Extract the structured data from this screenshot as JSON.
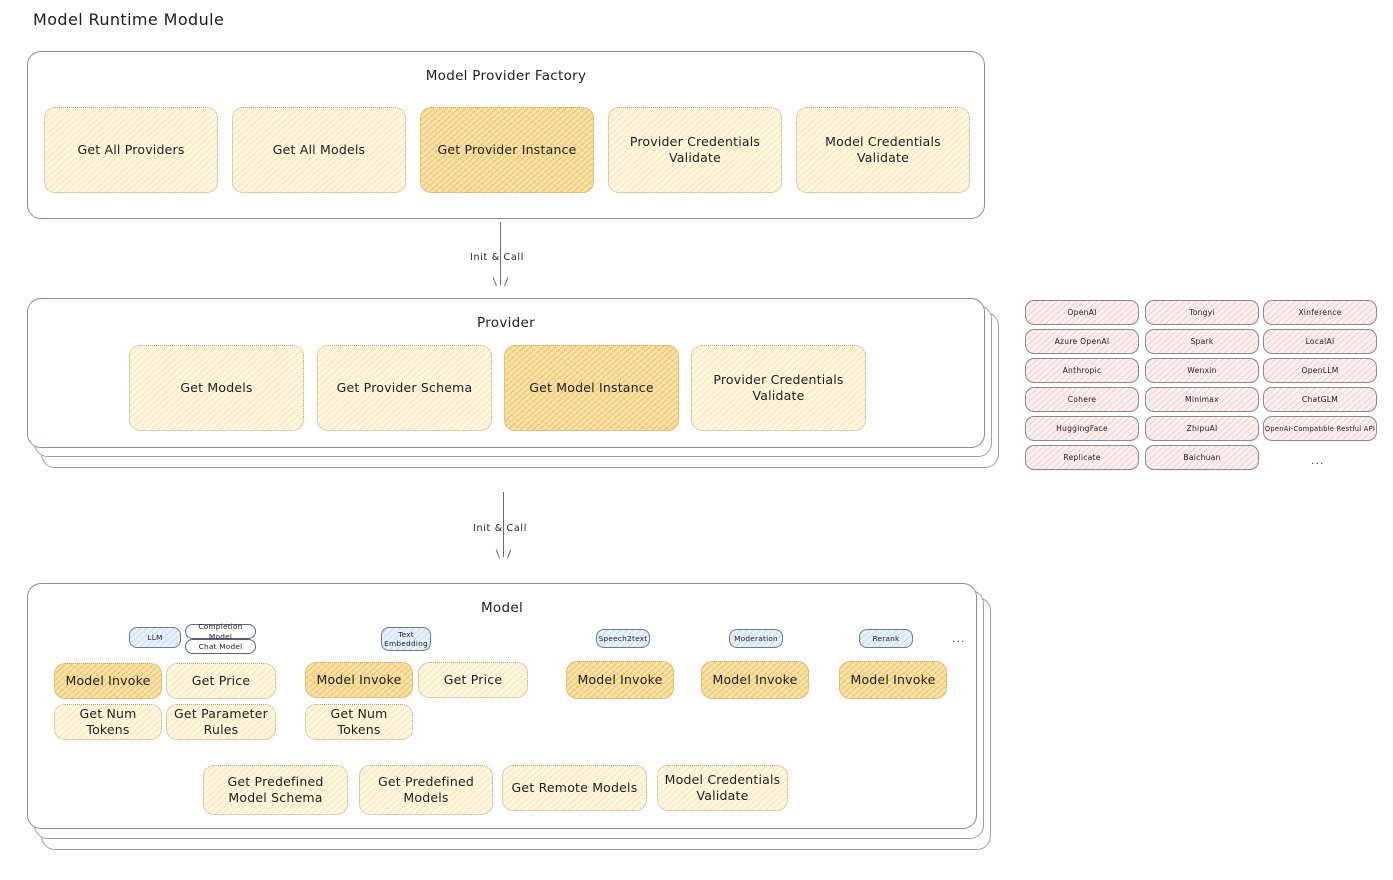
{
  "page": {
    "title": "Model Runtime Module"
  },
  "factory": {
    "title": "Model Provider Factory",
    "nodes": [
      {
        "label": "Get All Providers",
        "highlight": false
      },
      {
        "label": "Get All Models",
        "highlight": false
      },
      {
        "label": "Get Provider Instance",
        "highlight": true
      },
      {
        "label": "Provider Credentials Validate",
        "highlight": false
      },
      {
        "label": "Model Credentials Validate",
        "highlight": false
      }
    ]
  },
  "arrows": [
    {
      "label": "Init & Call"
    },
    {
      "label": "Init & Call"
    }
  ],
  "provider": {
    "title": "Provider",
    "nodes": [
      {
        "label": "Get Models",
        "highlight": false
      },
      {
        "label": "Get Provider Schema",
        "highlight": false
      },
      {
        "label": "Get Model Instance",
        "highlight": true
      },
      {
        "label": "Provider Credentials Validate",
        "highlight": false
      }
    ]
  },
  "provider_list": {
    "columns": [
      [
        "OpenAI",
        "Azure OpenAI",
        "Anthropic",
        "Cohere",
        "HuggingFace",
        "Replicate"
      ],
      [
        "Tongyi",
        "Spark",
        "Wenxin",
        "Minimax",
        "ZhipuAI",
        "Baichuan"
      ],
      [
        "Xinference",
        "LocalAI",
        "OpenLLM",
        "ChatGLM",
        "OpenAI-Compatible Restful API"
      ]
    ],
    "more": "..."
  },
  "model": {
    "title": "Model",
    "more": "...",
    "types": [
      {
        "badge": "LLM",
        "badge_blue": true,
        "sub_badges": [
          "Completion Model",
          "Chat Model"
        ],
        "nodes": [
          {
            "label": "Model Invoke",
            "highlight": true
          },
          {
            "label": "Get Price",
            "highlight": false
          },
          {
            "label": "Get Num Tokens",
            "highlight": false
          },
          {
            "label": "Get Parameter Rules",
            "highlight": false
          }
        ]
      },
      {
        "badge": "Text\nEmbedding",
        "badge_blue": true,
        "sub_badges": [],
        "nodes": [
          {
            "label": "Model Invoke",
            "highlight": true
          },
          {
            "label": "Get Price",
            "highlight": false
          },
          {
            "label": "Get Num Tokens",
            "highlight": false
          }
        ]
      },
      {
        "badge": "Speech2text",
        "badge_blue": true,
        "sub_badges": [],
        "nodes": [
          {
            "label": "Model Invoke",
            "highlight": true
          }
        ]
      },
      {
        "badge": "Moderation",
        "badge_blue": true,
        "sub_badges": [],
        "nodes": [
          {
            "label": "Model Invoke",
            "highlight": true
          }
        ]
      },
      {
        "badge": "Rerank",
        "badge_blue": true,
        "sub_badges": [],
        "nodes": [
          {
            "label": "Model Invoke",
            "highlight": true
          }
        ]
      }
    ],
    "common_nodes": [
      {
        "label": "Get Predefined Model Schema",
        "highlight": false
      },
      {
        "label": "Get Predefined Models",
        "highlight": false
      },
      {
        "label": "Get Remote Models",
        "highlight": false
      },
      {
        "label": "Model Credentials Validate",
        "highlight": false
      }
    ]
  }
}
